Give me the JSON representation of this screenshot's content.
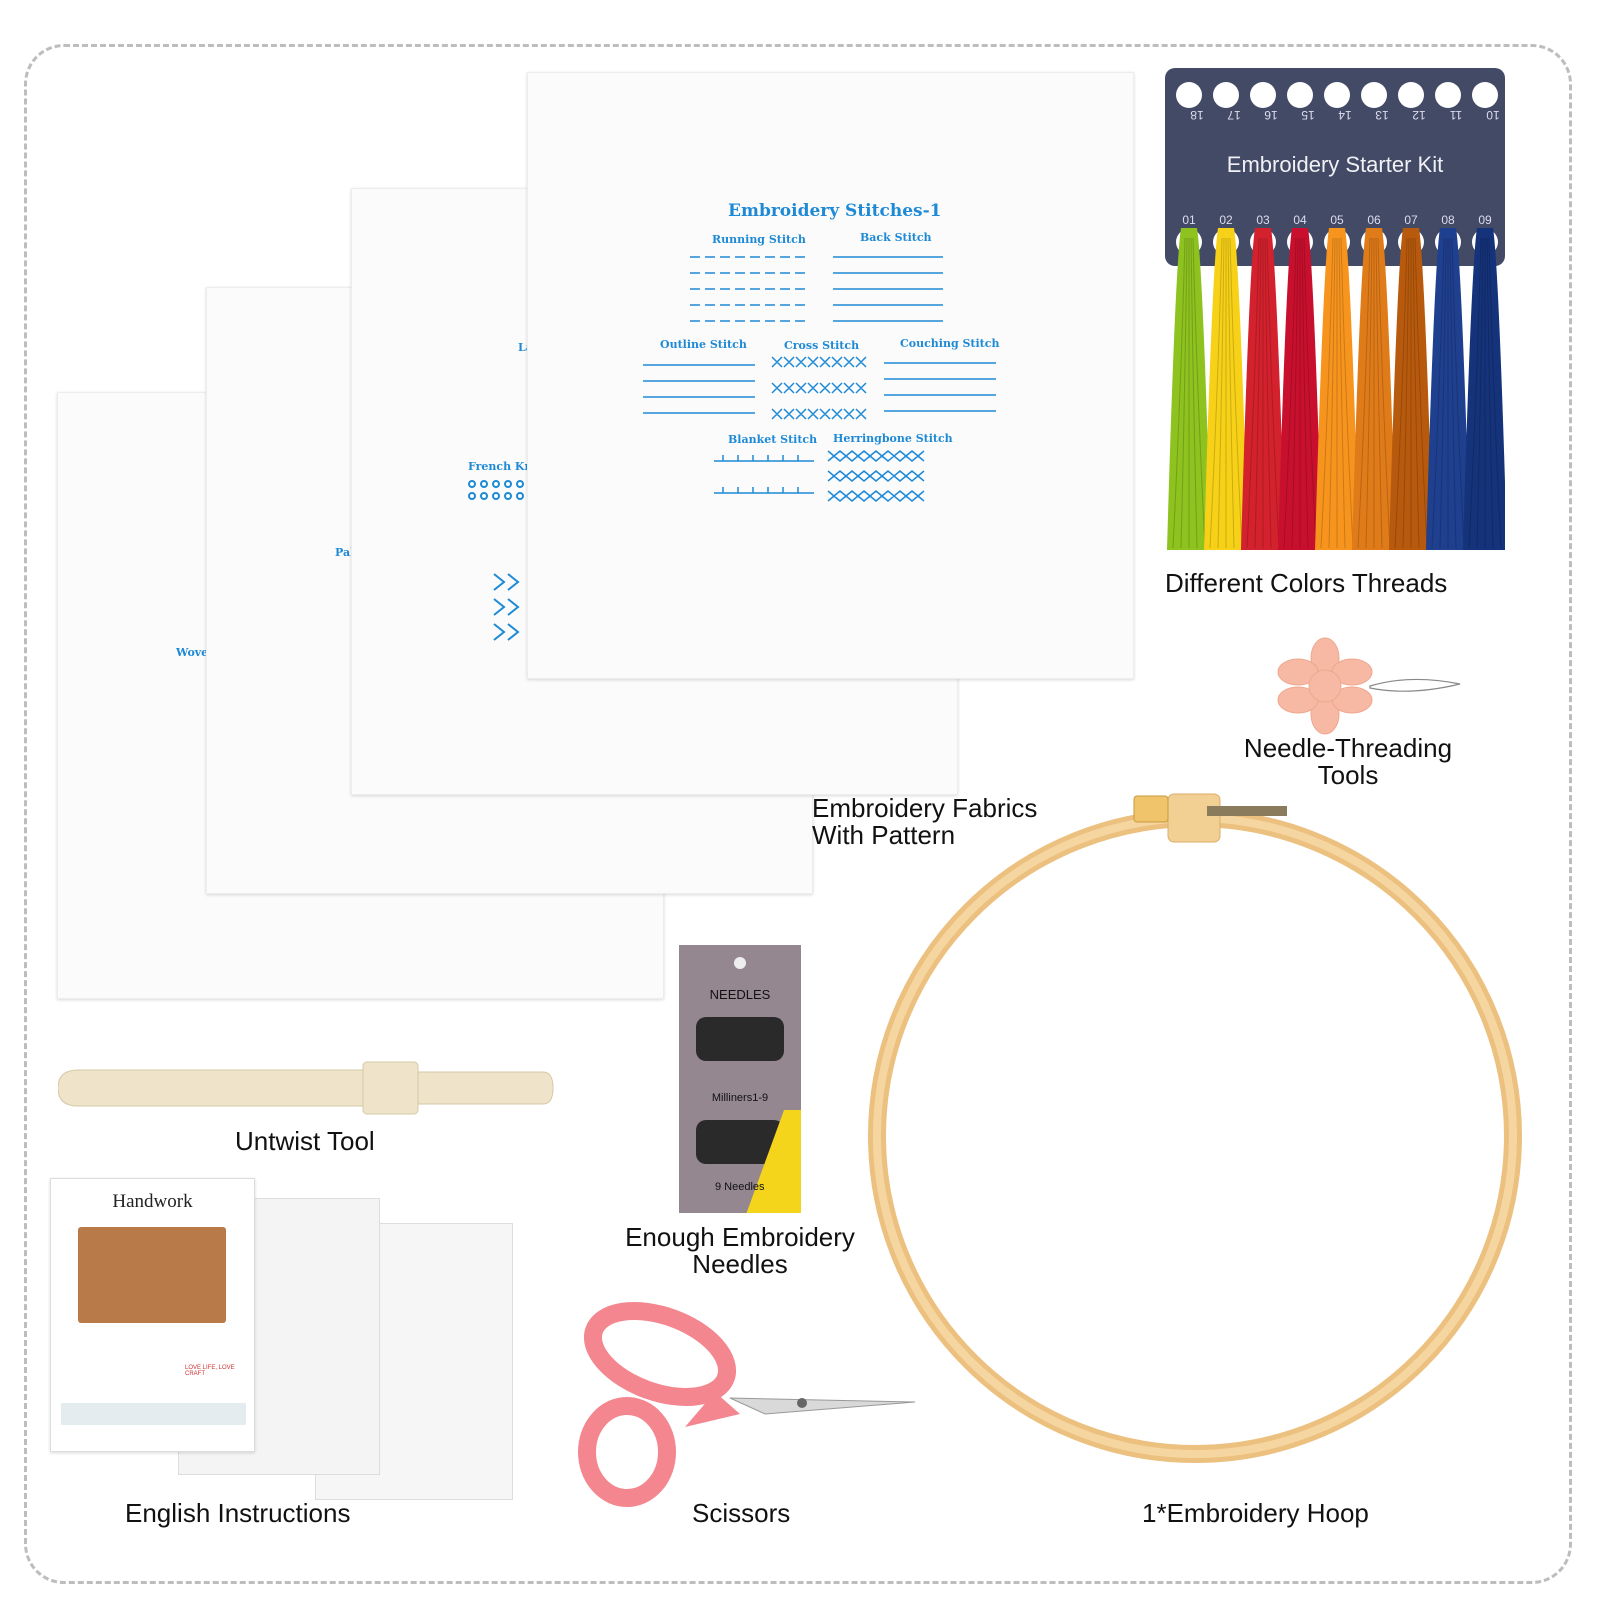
{
  "labels": {
    "threads": "Different Colors Threads",
    "threader": "Needle-Threading\nTools",
    "fabrics": "Embroidery Fabrics\nWith Pattern",
    "untwist": "Untwist Tool",
    "needles": "Enough Embroidery\nNeedles",
    "instructions": "English Instructions",
    "scissors": "Scissors",
    "hoop": "1*Embroidery Hoop"
  },
  "fabric": {
    "title": "Embroidery Stitches-1",
    "stitches": [
      "Running Stitch",
      "Back Stitch",
      "Outline Stitch",
      "Cross Stitch",
      "Couching Stitch",
      "Blanket Stitch",
      "Herringbone Stitch"
    ],
    "partial": [
      "French Kno",
      "Pale",
      "Wove",
      "La"
    ]
  },
  "organizer": {
    "title": "Embroidery Starter Kit",
    "top_numbers": [
      "18",
      "17",
      "16",
      "15",
      "14",
      "13",
      "12",
      "11",
      "10"
    ],
    "bottom_numbers": [
      "01",
      "02",
      "03",
      "04",
      "05",
      "06",
      "07",
      "08",
      "09"
    ],
    "thread_colors": [
      "#8dc21f",
      "#f7d117",
      "#d3212d",
      "#c8102e",
      "#f7941d",
      "#e07b1a",
      "#b85a0d",
      "#1f3f8f",
      "#15337a"
    ]
  },
  "needle_pack": {
    "title": "NEEDLES",
    "type": "Milliners1-9",
    "count": "9 Needles"
  },
  "booklet": {
    "title": "Handwork",
    "footer": "LOVE LIFE, LOVE CRAFT"
  },
  "colors": {
    "hoop": "#f2c98a",
    "scissors": "#f3868f",
    "pattern_blue": "#1e8ad6"
  }
}
